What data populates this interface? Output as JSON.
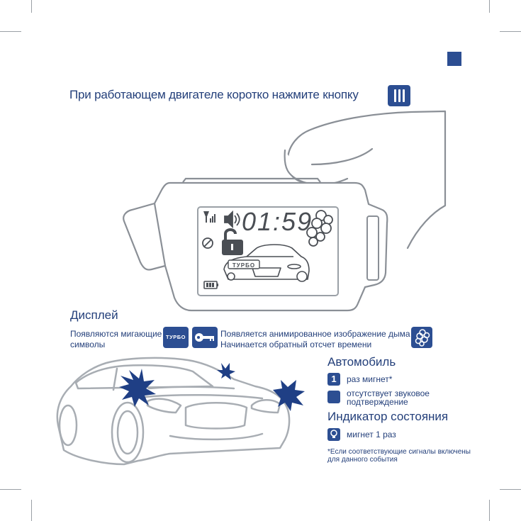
{
  "headline": "При работающем двигателе коротко нажмите кнопку",
  "lcd": {
    "time": "01:59",
    "turbo_label": "ТУРБО"
  },
  "display_section": {
    "title": "Дисплей",
    "blinking_line1": "Появляются мигающие",
    "blinking_line2": "символы",
    "turbo_badge": "ТУРБО",
    "smoke_line1": "Появляется анимированное изображение дыма",
    "smoke_line2": "Начинается обратный отсчет времени"
  },
  "car_section": {
    "title": "Автомобиль",
    "item1_badge": "1",
    "item1_text": "раз мигнет*",
    "item2_line1": "отсутствует звуковое",
    "item2_line2": "подтверждение"
  },
  "status_section": {
    "title": "Индикатор состояния",
    "item_text": "мигнет 1 раз"
  },
  "footnote": {
    "line1": "*Если соответствующие сигналы включены",
    "line2": "для данного события"
  },
  "colors": {
    "accent": "#2c4e92",
    "text": "#233f7a",
    "outline": "#8a8f96",
    "flash": "#1f3f85"
  },
  "icons": [
    "button-three-lines-icon",
    "signal-icon",
    "sound-icon",
    "unlock-icon",
    "smoke-icon",
    "no-service-icon",
    "battery-icon",
    "key-icon",
    "bulb-icon",
    "flash-icon"
  ]
}
